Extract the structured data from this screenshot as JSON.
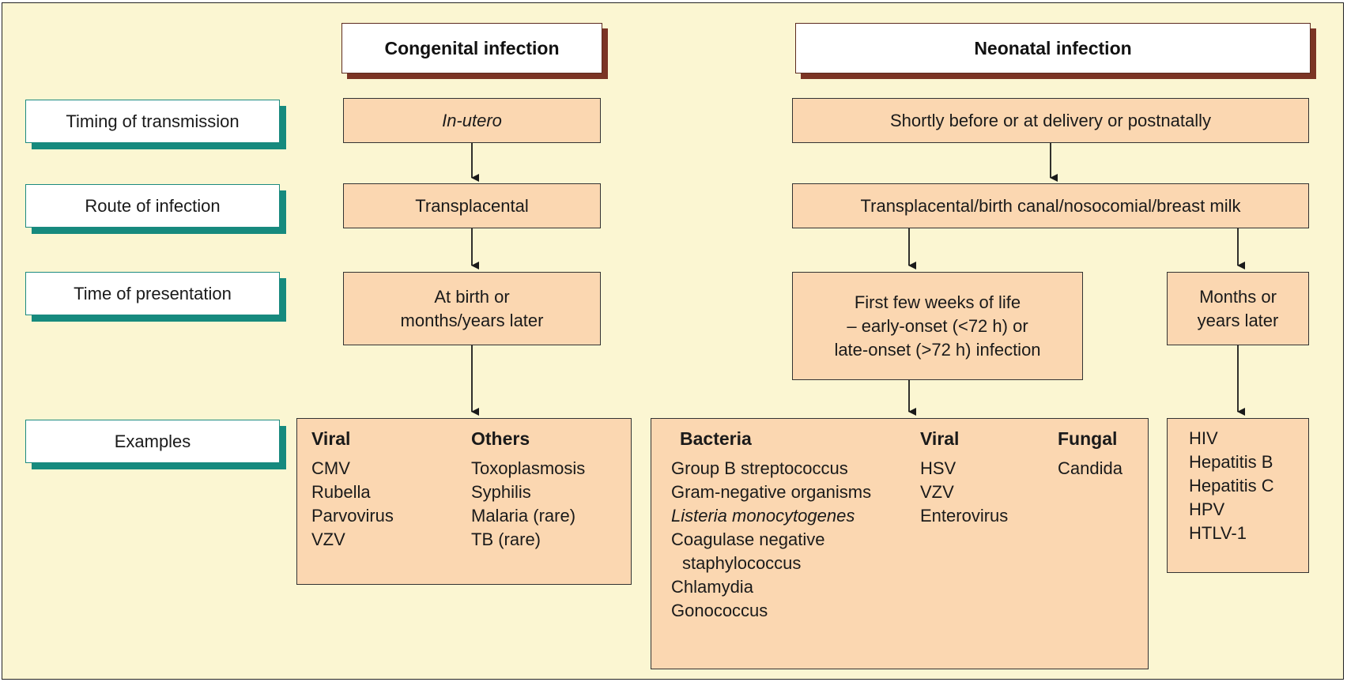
{
  "headers": {
    "congenital": "Congenital infection",
    "neonatal": "Neonatal infection"
  },
  "row_labels": {
    "timing": "Timing of transmission",
    "route": "Route of infection",
    "presentation": "Time of presentation",
    "examples": "Examples"
  },
  "congenital": {
    "timing": "In-utero",
    "route": "Transplacental",
    "presentation_line1": "At birth or",
    "presentation_line2": "months/years later",
    "examples": {
      "viral_heading": "Viral",
      "viral": [
        "CMV",
        "Rubella",
        "Parvovirus",
        "VZV"
      ],
      "others_heading": "Others",
      "others": [
        "Toxoplasmosis",
        "Syphilis",
        "Malaria (rare)",
        "TB (rare)"
      ]
    }
  },
  "neonatal": {
    "timing": "Shortly before or at delivery or postnatally",
    "route": "Transplacental/birth canal/nosocomial/breast milk",
    "early": {
      "line1": "First few weeks of life",
      "line2": "– early-onset (<72 h) or",
      "line3": "late-onset (>72 h) infection"
    },
    "late": {
      "line1": "Months or",
      "line2": "years later"
    },
    "examples": {
      "bacteria_heading": "Bacteria",
      "bacteria": [
        "Group B streptococcus",
        "Gram-negative organisms",
        "Listeria monocytogenes",
        "Coagulase negative",
        "staphylococcus",
        "Chlamydia",
        "Gonococcus"
      ],
      "viral_heading": "Viral",
      "viral": [
        "HSV",
        "VZV",
        "Enterovirus"
      ],
      "fungal_heading": "Fungal",
      "fungal": [
        "Candida"
      ]
    },
    "late_examples": [
      "HIV",
      "Hepatitis B",
      "Hepatitis C",
      "HPV",
      "HTLV-1"
    ]
  },
  "colors": {
    "background": "#fbf6d2",
    "box_fill": "#fbd7b1",
    "header_shadow": "#7b3424",
    "label_shadow": "#168a7e"
  }
}
